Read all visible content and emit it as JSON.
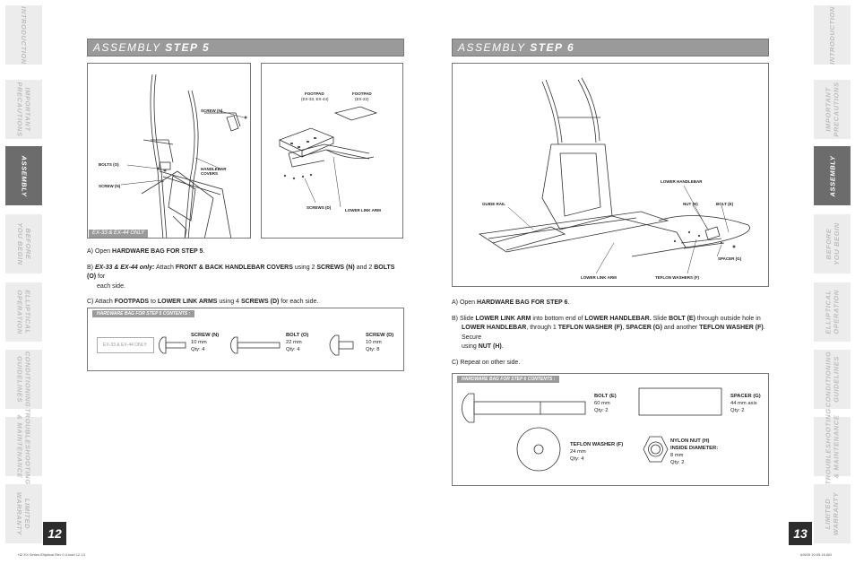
{
  "side_tabs": [
    {
      "label": "INTRODUCTION"
    },
    {
      "label": "IMPORTANT\nPRECAUTIONS"
    },
    {
      "label": "ASSEMBLY"
    },
    {
      "label": "BEFORE\nYOU BEGIN"
    },
    {
      "label": "ELLIPTICAL\nOPERATION"
    },
    {
      "label": "CONDITIONING\nGUIDELINES"
    },
    {
      "label": "TROUBLESHOOTING\n& MAINTENANCE"
    },
    {
      "label": "LIMITED\nWARRANTY"
    }
  ],
  "active_tab_index": 2,
  "left_page": {
    "page_number": "12",
    "step_title": {
      "prefix": "ASSEMBLY",
      "step": "STEP 5"
    },
    "fig_main": {
      "labels": {
        "screw_n_top": "SCREW (N)",
        "bolts_o": "BOLTS (O)",
        "screw_n_left": "SCREW (N)",
        "handlebar_covers": "HANDLEBAR\nCOVERS"
      },
      "only_tag": "EX-33 & EX-44 ONLY"
    },
    "fig_detail": {
      "labels": {
        "footpad_a": "FOOTPAD",
        "footpad_a_sub": "(EX-33, EX-44)",
        "footpad_b": "FOOTPAD",
        "footpad_b_sub": "(EX-22)",
        "screws_d": "SCREWS (D)",
        "lower_link_arm": "LOWER LINK ARM"
      }
    },
    "instructions": {
      "a_prefix": "A) Open ",
      "a_bold": "HARDWARE BAG FOR STEP 5",
      "a_suffix": ".",
      "b_prefix": "B) ",
      "b_italic": "EX-33 & EX-44 only:",
      "b_t1": "  Attach ",
      "b_bold1": "FRONT & BACK HANDLEBAR COVERS",
      "b_t2": " using 2 ",
      "b_bold2": "SCREWS (N)",
      "b_t3": " and 2 ",
      "b_bold3": "BOLTS (O)",
      "b_t4": " for",
      "b_line2": "each side.",
      "c_prefix": "C) Attach ",
      "c_bold1": "FOOTPADS",
      "c_t1": " to ",
      "c_bold2": "LOWER LINK ARMS",
      "c_t2": " using 4 ",
      "c_bold3": "SCREWS (D)",
      "c_t3": " for each side."
    },
    "hardware": {
      "tag": "HARDWARE BAG FOR STEP 5 CONTENTS :",
      "model_note": "EX-33 & EX-44 ONLY:",
      "items": [
        {
          "name": "SCREW (N)",
          "spec": "10 mm",
          "qty": "Qty: 4"
        },
        {
          "name": "BOLT (O)",
          "spec": "22 mm",
          "qty": "Qty: 4"
        },
        {
          "name": "SCREW (D)",
          "spec": "10 mm",
          "qty": "Qty: 8"
        }
      ]
    }
  },
  "right_page": {
    "page_number": "13",
    "step_title": {
      "prefix": "ASSEMBLY",
      "step": "STEP 6"
    },
    "fig_main": {
      "labels": {
        "lower_handlebar": "LOWER HANDLEBAR",
        "guide_rail": "GUIDE RAIL",
        "nut_h": "NUT (H)",
        "bolt_e": "BOLT (E)",
        "spacer_g": "SPACER (G)",
        "lower_link_arm": "LOWER LINK ARM",
        "teflon_washers": "TEFLON WASHERS (F)"
      }
    },
    "instructions": {
      "a_prefix": "A) Open ",
      "a_bold": "HARDWARE BAG FOR STEP 6",
      "a_suffix": ".",
      "b_prefix": "B) Slide ",
      "b_bold1": "LOWER LINK ARM",
      "b_t1": " into bottom end of ",
      "b_bold2": "LOWER HANDLEBAR.",
      "b_t2": " Slide ",
      "b_bold3": "BOLT (E)",
      "b_t3": " through outside hole in",
      "b_bold4": "LOWER HANDLEBAR",
      "b_t4": ", through 1 ",
      "b_bold5": "TEFLON WASHER (F)",
      "b_t5": ", ",
      "b_bold6": "SPACER (G)",
      "b_t6": " and another ",
      "b_bold7": "TEFLON WASHER (F)",
      "b_t7": ". Secure",
      "b_t8": "using ",
      "b_bold8": "NUT (H)",
      "b_t9": ".",
      "c_text": "C) Repeat on other side."
    },
    "hardware": {
      "tag": "HARDWARE BAG FOR STEP 6 CONTENTS :",
      "items": [
        {
          "name": "BOLT (E)",
          "spec": "60 mm",
          "qty": "Qty: 2"
        },
        {
          "name": "SPACER (G)",
          "spec": "44 mm axis",
          "qty": "Qty: 2"
        },
        {
          "name": "TEFLON WASHER (F)",
          "spec": "24 mm",
          "qty": "Qty: 4"
        },
        {
          "name": "NYLON NUT (H)",
          "spec": "INSIDE DIAMETER:",
          "spec2": "8 mm",
          "qty": "Qty: 2"
        }
      ]
    }
  },
  "footer": {
    "left": "HZ EX Series Elliptical Rev 0.4.indd   12-13",
    "right": "6/8/05   10:09:16 AM"
  }
}
